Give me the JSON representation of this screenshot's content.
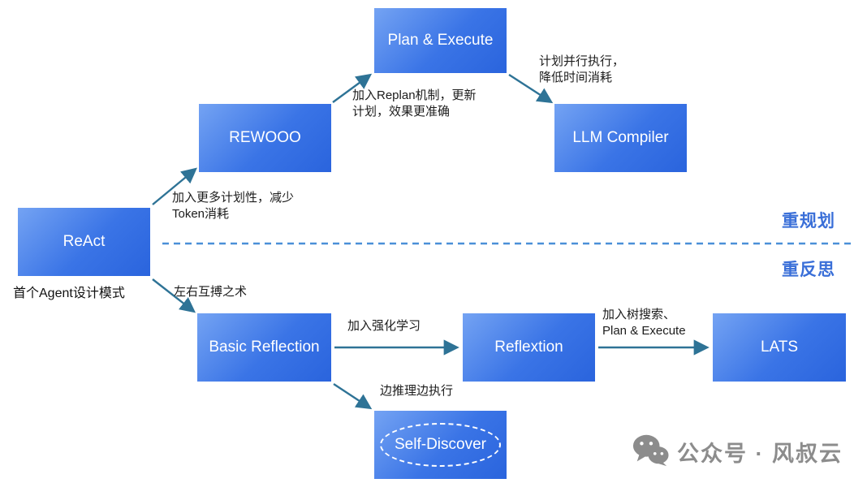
{
  "nodes": [
    {
      "id": "plan-and-execute",
      "label": "Plan & Execute"
    },
    {
      "id": "rewooo",
      "label": "REWOOO"
    },
    {
      "id": "llm-compiler",
      "label": "LLM Compiler"
    },
    {
      "id": "react",
      "label": "ReAct"
    },
    {
      "id": "basic-reflection",
      "label": "Basic Reflection"
    },
    {
      "id": "reflextion",
      "label": "Reflextion"
    },
    {
      "id": "lats",
      "label": "LATS"
    },
    {
      "id": "self-discover",
      "label": "Self-Discover"
    }
  ],
  "edges": [
    {
      "from": "react",
      "to": "rewooo",
      "label": "加入更多计划性，减少Token消耗"
    },
    {
      "from": "rewooo",
      "to": "plan-and-execute",
      "label": "加入Replan机制，更新计划，效果更准确"
    },
    {
      "from": "plan-and-execute",
      "to": "llm-compiler",
      "label": "计划并行执行，\n降低时间消耗"
    },
    {
      "from": "react",
      "to": "basic-reflection",
      "label": "左右互搏之术"
    },
    {
      "from": "basic-reflection",
      "to": "reflextion",
      "label": "加入强化学习"
    },
    {
      "from": "reflextion",
      "to": "lats",
      "label": "加入树搜索、\nPlan & Execute"
    },
    {
      "from": "basic-reflection",
      "to": "self-discover",
      "label": "边推理边执行"
    }
  ],
  "annotations": {
    "react_caption": "首个Agent设计模式",
    "section_top": "重规划",
    "section_bottom": "重反思"
  },
  "footer": {
    "brand": "公众号 · 风叔云"
  },
  "colors": {
    "node_gradient_start": "#74a3f3",
    "node_gradient_end": "#2a64dd",
    "arrow": "#2e7396",
    "divider": "#4a90d8",
    "section_label": "#3a6fd8",
    "footer_gray": "#8c8c8c"
  }
}
